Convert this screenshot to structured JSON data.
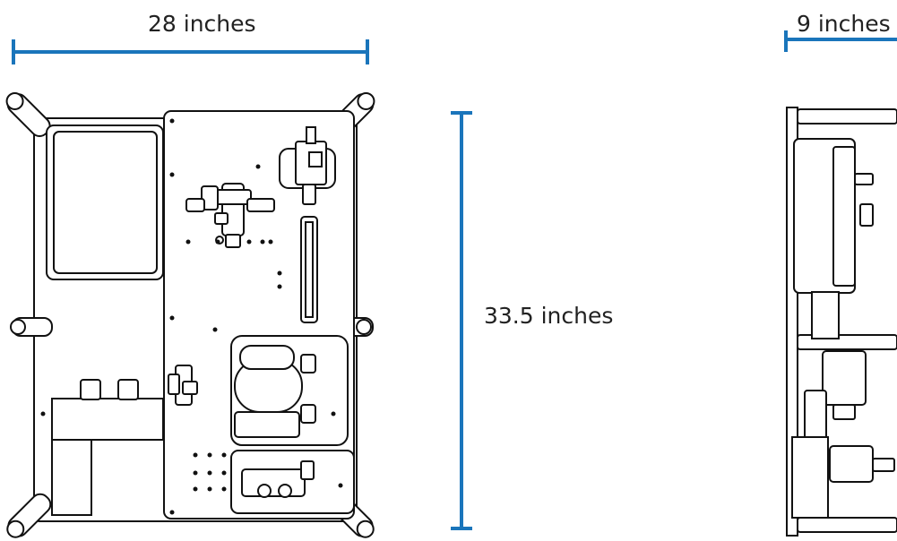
{
  "dimensions": {
    "width_label": "28 inches",
    "depth_label": "9 inches",
    "height_label": "33.5 inches"
  },
  "colors": {
    "dimension_line": "#1a75bb",
    "outline": "#111111",
    "panel_fill": "#ffffff",
    "shade": "#e6e6e6"
  }
}
